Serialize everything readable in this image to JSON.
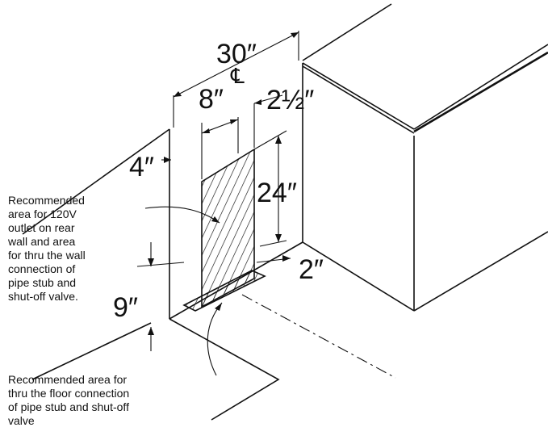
{
  "dimensions": {
    "width_total": "30″",
    "centerline": "℄",
    "width_outlet": "8″",
    "offset_right": "2½″",
    "offset_left": "4″",
    "height_outlet": "24″",
    "height_bottom": "9″",
    "depth_floor": "2″"
  },
  "callouts": {
    "wall_area": [
      "Recommended",
      "area for 120V",
      "outlet on rear",
      "wall and area",
      "for thru the wall",
      "connection of",
      "pipe stub and",
      "shut-off valve."
    ],
    "floor_area": [
      "Recommended area for",
      "thru the floor connection",
      "of pipe stub and shut-off",
      "valve"
    ]
  }
}
